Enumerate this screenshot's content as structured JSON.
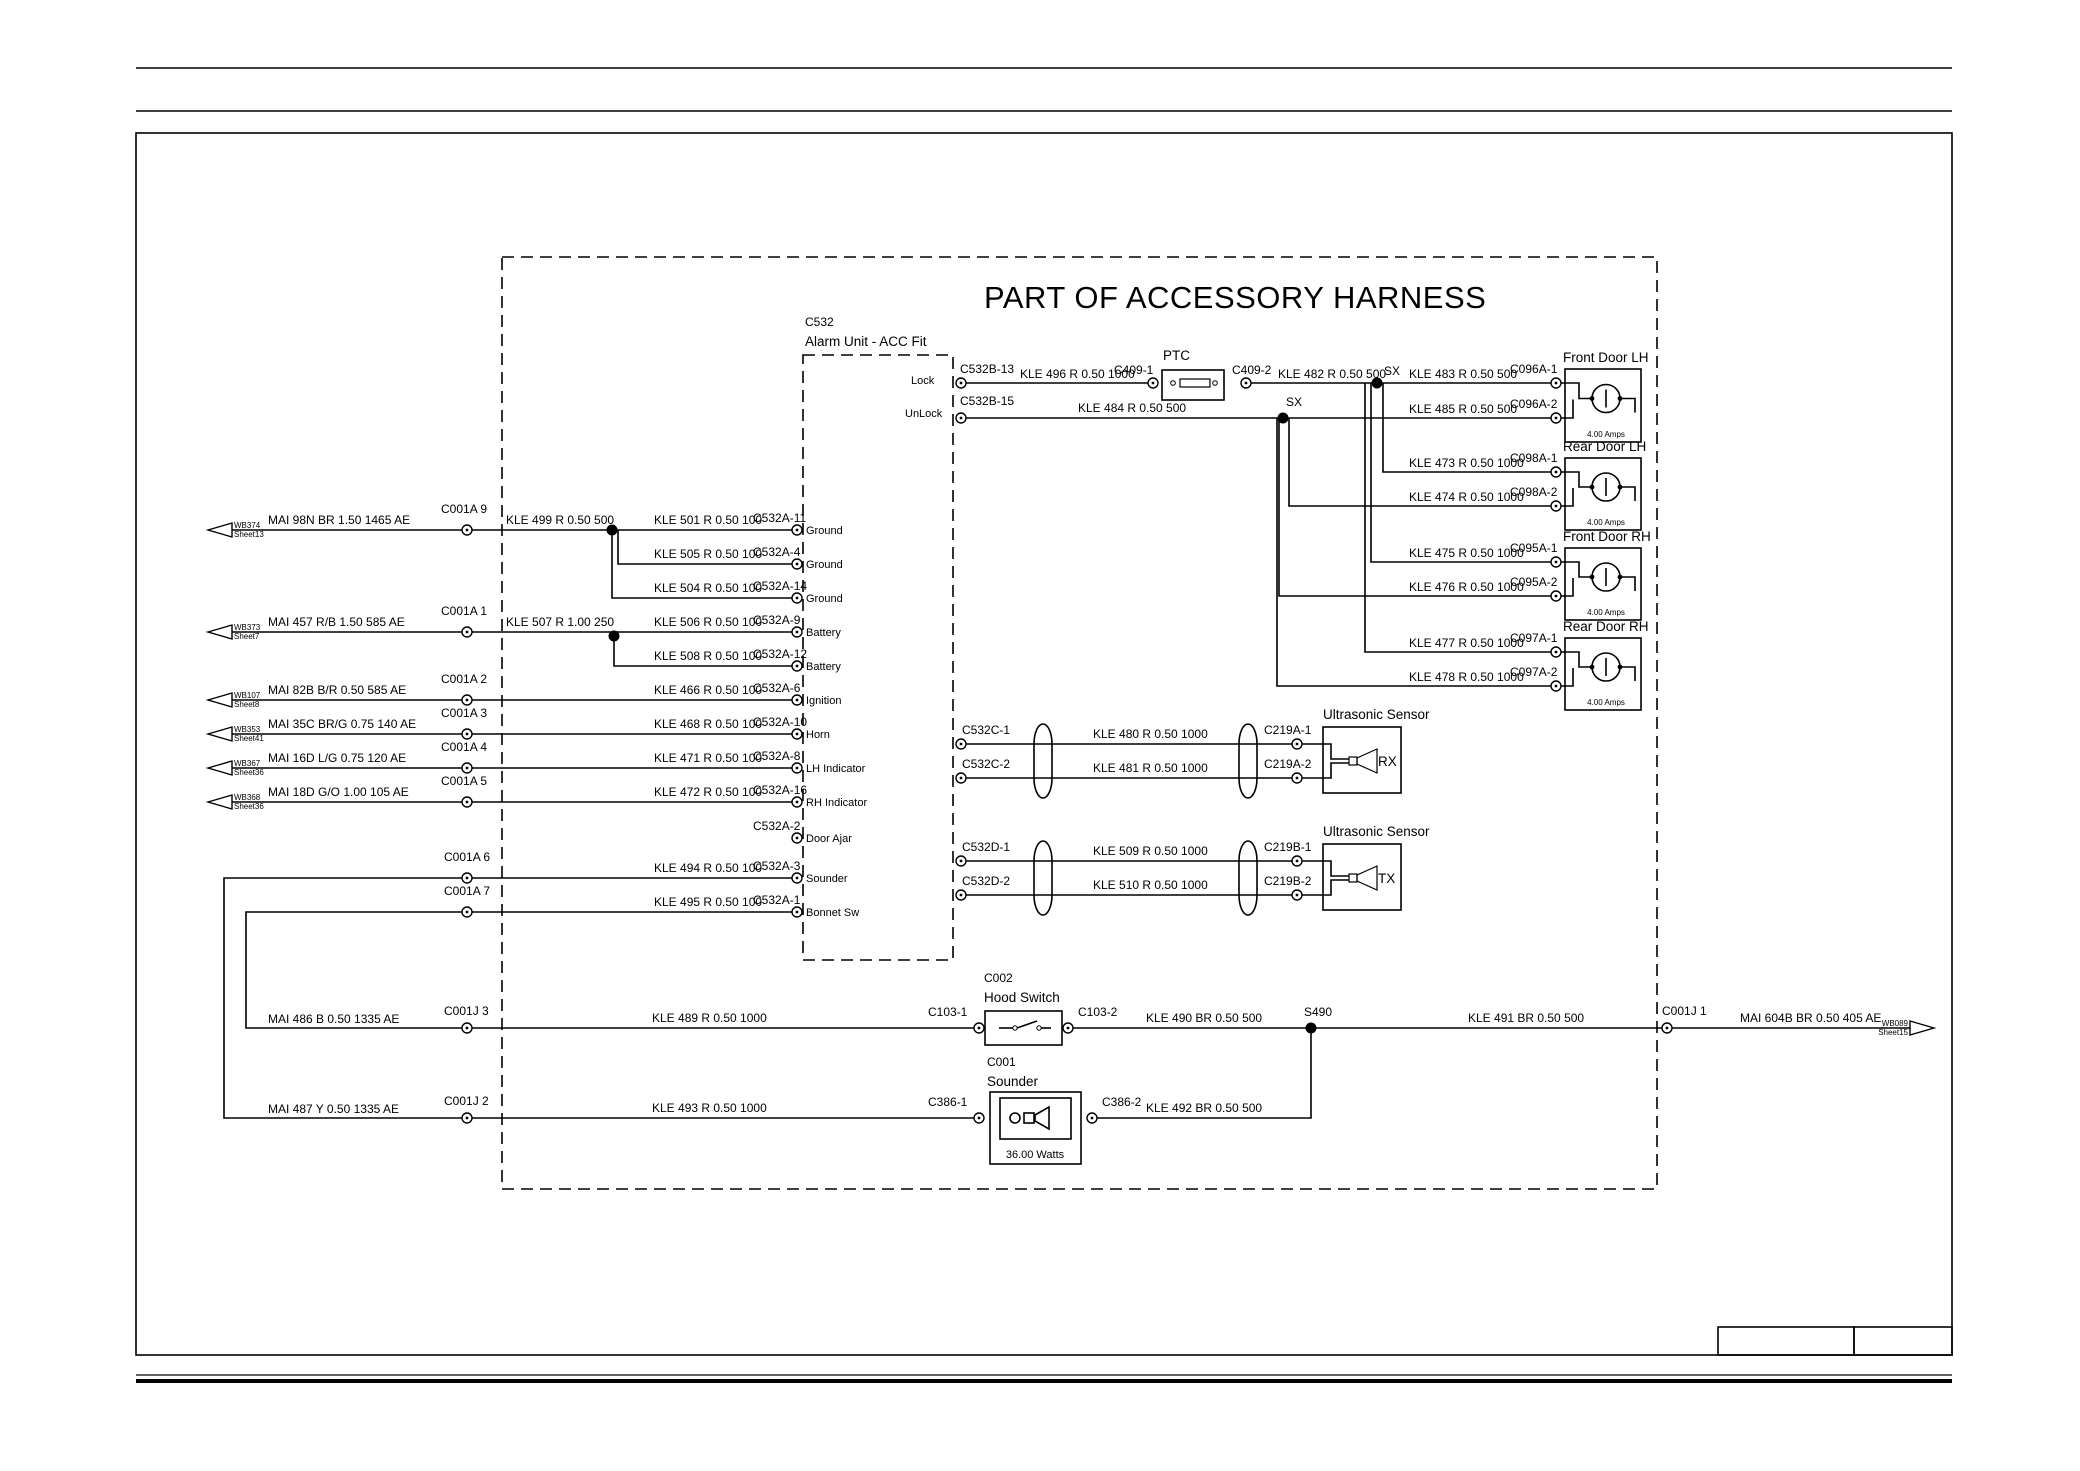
{
  "title": "PART OF ACCESSORY HARNESS",
  "alarm_unit": {
    "connector": "C532",
    "name": "Alarm Unit - ACC Fit",
    "lock_label": "Lock",
    "unlock_label": "UnLock",
    "pins": [
      {
        "pin": "C532A-11",
        "label": "Ground"
      },
      {
        "pin": "C532A-4",
        "label": "Ground"
      },
      {
        "pin": "C532A-14",
        "label": "Ground"
      },
      {
        "pin": "C532A-9",
        "label": "Battery"
      },
      {
        "pin": "C532A-12",
        "label": "Battery"
      },
      {
        "pin": "C532A-6",
        "label": "Ignition"
      },
      {
        "pin": "C532A-10",
        "label": "Horn"
      },
      {
        "pin": "C532A-8",
        "label": "LH Indicator"
      },
      {
        "pin": "C532A-16",
        "label": "RH Indicator"
      },
      {
        "pin": "C532A-2",
        "label": "Door Ajar"
      },
      {
        "pin": "C532A-3",
        "label": "Sounder"
      },
      {
        "pin": "C532A-1",
        "label": "Bonnet Sw"
      }
    ]
  },
  "left_connections": [
    {
      "ref": "WB374",
      "sheet": "Sheet13",
      "wire": "MAI  98N  BR  1.50  1465  AE",
      "connector": "C001A  9"
    },
    {
      "ref": "WB373",
      "sheet": "Sheet7",
      "wire": "MAI  457  R/B  1.50  585  AE",
      "connector": "C001A  1"
    },
    {
      "ref": "WB107",
      "sheet": "Sheet8",
      "wire": "MAI  82B  B/R  0.50  585  AE",
      "connector": "C001A  2"
    },
    {
      "ref": "WB353",
      "sheet": "Sheet41",
      "wire": "MAI  35C  BR/G  0.75  140  AE",
      "connector": "C001A  3"
    },
    {
      "ref": "WB367",
      "sheet": "Sheet36",
      "wire": "MAI  16D  L/G  0.75  120  AE",
      "connector": "C001A  4"
    },
    {
      "ref": "WB368",
      "sheet": "Sheet36",
      "wire": "MAI  18D  G/O  1.00  105  AE",
      "connector": "C001A  5"
    }
  ],
  "bus_wires": {
    "ground": "KLE  499  R  0.50  500",
    "battery": "KLE  507  R  1.00  250"
  },
  "pin_wires": [
    "KLE  501  R  0.50  100",
    "KLE  505  R  0.50  100",
    "KLE  504  R  0.50  100",
    "KLE  506  R  0.50  100",
    "KLE  508  R  0.50  100",
    "KLE  466  R  0.50  100",
    "KLE  468  R  0.50  100",
    "KLE  471  R  0.50  100",
    "KLE  472  R  0.50  100",
    "KLE  494  R  0.50  100",
    "KLE  495  R  0.50  100"
  ],
  "c001a_6": "C001A  6",
  "c001a_7": "C001A  7",
  "lock_circuit": {
    "pin_lock": "C532B-13",
    "pin_unlock": "C532B-15",
    "wire_lock": "KLE  496  R  0.50  1000",
    "wire_unlock": "KLE  484  R  0.50  500",
    "ptc": "PTC",
    "ptc_in": "C409-1",
    "ptc_out": "C409-2",
    "wire_after_ptc": "KLE  482  R  0.50  500",
    "splice": "SX"
  },
  "doors": [
    {
      "name": "Front Door LH",
      "pin1": "C096A-1",
      "pin2": "C096A-2",
      "wire1": "KLE  483  R  0.50  500",
      "wire2": "KLE  485  R  0.50  500",
      "rating": "4.00  Amps"
    },
    {
      "name": "Rear Door LH",
      "pin1": "C098A-1",
      "pin2": "C098A-2",
      "wire1": "KLE  473  R  0.50  1000",
      "wire2": "KLE  474  R  0.50  1000",
      "rating": "4.00  Amps"
    },
    {
      "name": "Front Door RH",
      "pin1": "C095A-1",
      "pin2": "C095A-2",
      "wire1": "KLE  475  R  0.50  1000",
      "wire2": "KLE  476  R  0.50  1000",
      "rating": "4.00  Amps"
    },
    {
      "name": "Rear Door RH",
      "pin1": "C097A-1",
      "pin2": "C097A-2",
      "wire1": "KLE  477  R  0.50  1000",
      "wire2": "KLE  478  R  0.50  1000",
      "rating": "4.00  Amps"
    }
  ],
  "sensors": [
    {
      "name": "Ultrasonic Sensor",
      "tag": "RX",
      "src1": "C532C-1",
      "src2": "C532C-2",
      "wire1": "KLE  480  R  0.50  1000",
      "wire2": "KLE  481  R  0.50  1000",
      "pin1": "C219A-1",
      "pin2": "C219A-2"
    },
    {
      "name": "Ultrasonic Sensor",
      "tag": "TX",
      "src1": "C532D-1",
      "src2": "C532D-2",
      "wire1": "KLE  509  R  0.50  1000",
      "wire2": "KLE  510  R  0.50  1000",
      "pin1": "C219B-1",
      "pin2": "C219B-2"
    }
  ],
  "hood_switch": {
    "connector": "C002",
    "name": "Hood Switch",
    "pin_in": "C103-1",
    "pin_out": "C103-2",
    "in_wire": "MAI  486  B  0.50  1335  AE",
    "in_connector": "C001J  3",
    "wire": "KLE  489  R  0.50  1000",
    "out_wire": "KLE  490  BR  0.50  500",
    "splice": "S490",
    "ground_wire": "KLE  491  BR  0.50  500",
    "ground_connector": "C001J  1",
    "ground_main": "MAI  604B  BR  0.50  405  AE",
    "ground_ref": "WB089",
    "ground_sheet": "Sheet15"
  },
  "sounder": {
    "connector": "C001",
    "name": "Sounder",
    "pin_in": "C386-1",
    "pin_out": "C386-2",
    "in_wire": "MAI  487  Y  0.50  1335  AE",
    "in_connector": "C001J  2",
    "wire": "KLE  493  R  0.50  1000",
    "out_wire": "KLE  492  BR  0.50  500",
    "rating": "36.00  Watts"
  }
}
